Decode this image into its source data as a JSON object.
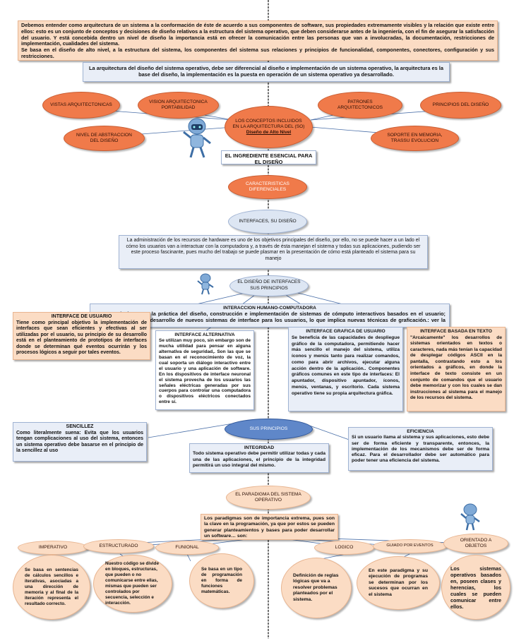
{
  "intro": {
    "line1": "Debemos entender como arquitectura de un sistema a la conformación de éste de acuerdo a sus componentes de software, sus propiedades extremamente visibles y la relación que existe entre ellos: esto es un conjunto de conceptos y decisiones de diseño relativos a la estructura del sistema operativo, que deben considerarse antes de la ingeniería, con el fin de asegurar la satisfacción del usuario. Y está concebida dentro un nivel de diseño la importancia está en ofrecer la comunicación entre las personas que van a involucradas, la documentación, restricciones de implementación, cualidades del sistema.",
    "line2": "Se basa en el diseño de alto nivel, a la estructura del sistema, los componentes del sistema sus relaciones y principios de funcionalidad, componentes, conectores, configuración y sus restricciones."
  },
  "architecture_note": "La arquitectura del diseño del sistema operativo, debe ser diferencial al diseño e implementación de un sistema operativo, la arquitectura es la base del diseño, la implementación es la puesta en operación de un sistema operativo ya desarrollado.",
  "concepts": {
    "vistas": "VISTAS ARQUITECTONICAS",
    "vision": "VISION ARQUITECTONICA PORTABILIDAD",
    "patrones": "PATRONES ARQUITECTONICOS",
    "principios": "PRINCIPIOS DEL DISEÑO",
    "nivel": "NIVEL DE ABSTRACCION DEL DISEÑO",
    "soporte": "SOPORTE EN MEMORIA, TRASSU EVOLUCION",
    "central_line1": "LOS CONCEPTOS INCLUIDOS EN LA ARQUITECTURA DEL (SO)",
    "central_line2": "Diseño de Alto Nivel"
  },
  "ingrediente": "EL INGREDIENTE ESENCIAL PARA EL DISEÑO",
  "caracteristicas": "CARACTERISTICAS DIFERENCIALES",
  "interfaces": {
    "oval": "INTERFACES, SU DISEÑO",
    "description": "La administración de los recursos de hardware es uno de los objetivos principales del diseño, por ello, no se puede hacer a un lado el cómo los usuarios van a interactuar con la computadora y, a través de ésta manejan el sistema y todas sus aplicaciones, pudiendo ser este proceso fascinante, pues mucho del trabajo se puede plasmar en la presentación de cómo está planteado el sistema para su manejo",
    "principios_oval": "EL DISEÑO DE INTERFACES SUS PRINCIPIOS",
    "hci_title": "INTERACCION HUMANO-COMPUTADORA",
    "hci_text": "Esto se relaciona con la práctica del diseño, construcción e implementación de sistemas de cómputo interactivos basados en el usuario; actividad principal, el desarrollo de nuevos sistemas de interface para los usuarios, lo que implica nuevas técnicas de graficación.: ver la interfaz"
  },
  "interface_types": {
    "usuario": {
      "title": "INTERFACE DE USUARIO",
      "text": "Tiene como principal objetivo la implementación de interfaces que sean eficientes y efectivas al ser utilizadas por el usuario, su principio de su desarrollo está en el planteamiento de prototipos de interfaces donde se determinan qué eventos ocurrirán y los procesos lógicos a seguir por tales eventos."
    },
    "alternativa": {
      "title": "INTERFACE ALTERNATIVA",
      "text": "Se utilizan muy poco, sin embargo son de mucha utilidad para pensar en alguna alternativa de seguridad,. Son las que se basan en el reconocimiento de voz, la cual soporta un diálogo interactivo entre el usuario y una aplicación de software. En los dispositivos de interface neuronal el sistema provecha de los usuarios las señales eléctricas generadas por sus cuerpos para controlar una computadora o dispositivos eléctricos conectados entre sí."
    },
    "grafica": {
      "title": "INTERFACE GRAFICA DE USUARIO",
      "text": "Se beneficia de las capacidades de despliegue gráfico de la computadora, permitiendo hacer más sencillo el manejo del sistema, utiliza íconos y menús tanto para realizar comandos, como para abrir archivos, ejecutar alguna acción dentro de la aplicación.. Componentes gráficos comunes en este tipo de interfaces: El apuntador, dispositivo apuntador, íconos, menús, ventanas, y escritorio. Cada sistema operativo tiene su propia arquitectura gráfica."
    },
    "texto": {
      "title": "INTERFACE BASADA EN TEXTO",
      "text": "\"Arcaicamente\" los desarrollos de sistemas orientados en textos o caracteres, nada más tenían la capacidad de desplegar códigos ASCII en la pantalla, contrastando esto a los orientados a gráficos, en donde la interface de texto consiste en un conjunto de comandos que el usuario debe memorizar y con los cuales se dan instrucciones al sistema para el manejo de los recursos del sistema."
    }
  },
  "principios": {
    "oval": "SUS PRINCIPIOS",
    "sencillez_title": "SENCILLEZ",
    "sencillez_text": "Como literalmente suena: Evita que los usuarios tengan complicaciones al uso del sistema, entonces un sistema operativo debe basarse en el principio de la sencillez al uso",
    "integridad_title": "INTEGRIDAD",
    "integridad_text": "Todo sistema operativo debe permitir utilizar todas y cada una de las aplicaciones, el principio de la integridad permitirá un uso integral del mismo.",
    "eficiencia_title": "EFICIENCIA",
    "eficiencia_text": "Si un usuario llama al sistema y sus aplicaciones, esto debe ser de forma eficiente y transparente, entonces, la implementación de los mecanismos debe ser de forma eficaz. Para el desarrollador debe ser automático para poder tener una eficiencia del sistema."
  },
  "paradigma": {
    "oval": "EL PARADIGMA DEL SISTEMA OPERATIVO",
    "text": "Los paradigmas son de importancia extrema, pues son la clave en la programación, ya que por estos se pueden generar planteamientos y bases para poder desarrollar un software… son:"
  },
  "paradigm_types": {
    "imperativo": "IMPERATIVO",
    "estructurado": "ESTRUCTURADO",
    "funcional": "FUNIONAL",
    "logico": "LOGICO",
    "eventos": "GUIADO POR EVENTOS",
    "objetos": "ORIENTADO A OBJETOS"
  },
  "paradigm_desc": {
    "imperativo": "Se basa en sentencias de cálculos sencillos e iterativas, asociadas a una dirección de memoria y al final de la iteración representa el resultado correcto.",
    "estructurado": "Nuestro código se divide en bloques, estructuras, que pueden o no comunicarse entre ellas, mismas que pueden ser controlados por secuencia, selección e interacción.",
    "funcional": "Se basa en un tipo de programación en forma de funciones matemáticas.",
    "logico": "Definición de reglas lógicas que va a resolver problemas planteados por el sistema.",
    "eventos": "En este paradigma y su ejecución de programas se determinan por los sucesos que ocurran en el sistema",
    "objetos": "Los sistemas operativos basados en, poseen clases y herencias, los cuales se pueden comunicar entre ellos."
  },
  "colors": {
    "orange_oval": "#f07a4a",
    "blue_oval": "#5f87c9",
    "peach_box": "#fbdcc4",
    "blue_box": "#e9eef7"
  }
}
